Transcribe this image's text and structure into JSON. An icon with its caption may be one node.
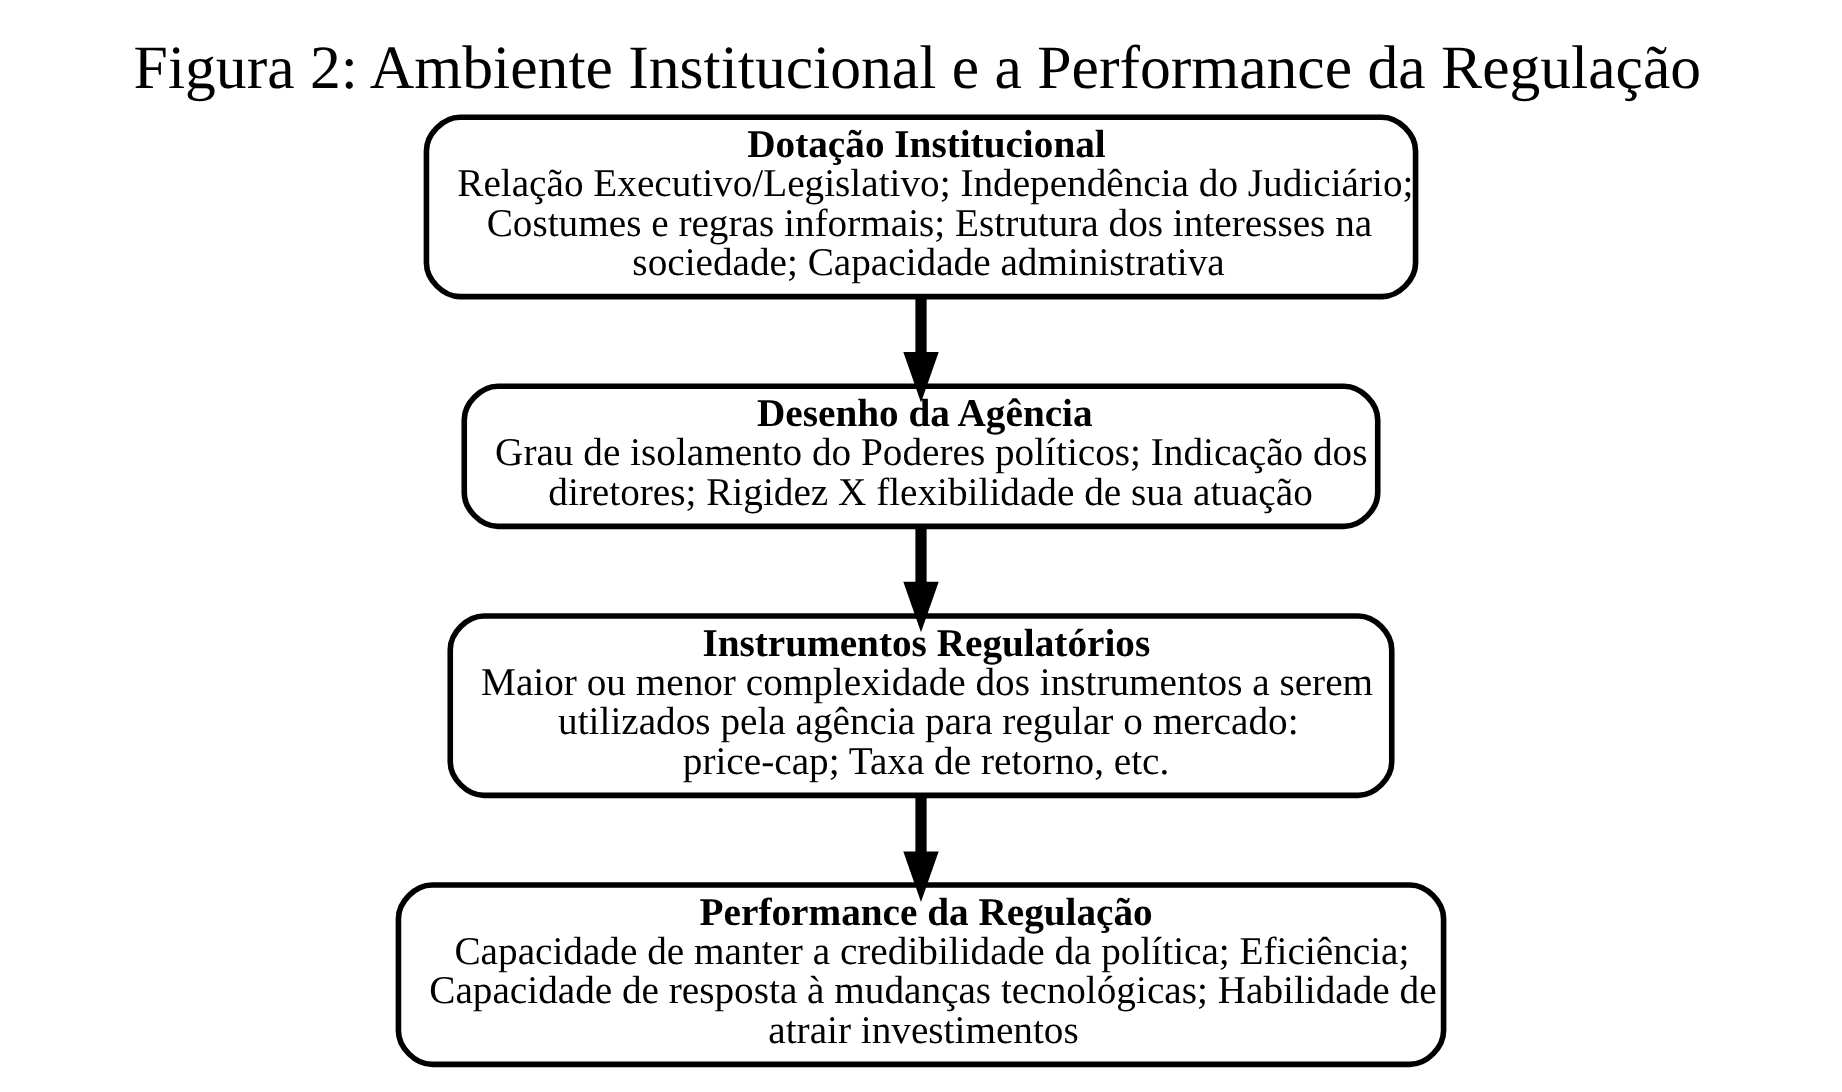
{
  "diagram": {
    "title": "Figura 2: Ambiente Institucional e a Performance da Regulação",
    "nodes": [
      {
        "text": [
          "Dotação Institucional",
          "Relação Executivo/Legislativo; Independência do Judiciário; Costumes e regras informais; Estrutura dos interesses na sociedade; Capacidade administrativa"
        ]
      },
      {
        "text": [
          "Desenho da Agência",
          "Grau de isolamento do Poderes políticos; Indicação dos diretores; Rigidez X flexibilidade de sua atuação"
        ]
      },
      {
        "text": [
          "Instrumentos Regulatórios",
          "Maior ou menor complexidade dos instrumentos a serem utilizados pela agência para regular o mercado: price-cap; Taxa de retorno, etc."
        ]
      },
      {
        "text": [
          "Performance da Regulação",
          "Capacidade de manter a credibilidade da política; Eficiência; Capacidade de resposta à mudanças tecnológicas; Habilidade de atrair investimentos"
        ]
      }
    ],
    "edges": [
      {
        "from": 0,
        "to": 1,
        "arrow": "to"
      },
      {
        "from": 1,
        "to": 2,
        "arrow": "to"
      },
      {
        "from": 2,
        "to": 3,
        "arrow": "to"
      }
    ]
  }
}
